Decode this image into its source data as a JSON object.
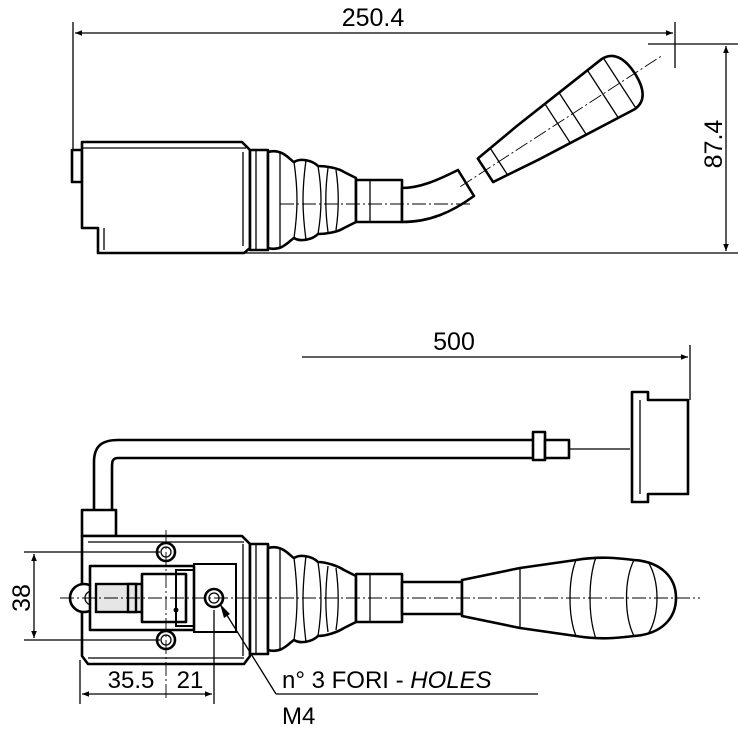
{
  "dimensions": {
    "overall_length": "250.4",
    "height": "87.4",
    "cable_length": "500",
    "body_width": "38",
    "hole_spacing_a": "35.5",
    "hole_spacing_b": "21"
  },
  "callout": {
    "holes_prefix": "n° 3 FORI - ",
    "holes_italic": "HOLES",
    "thread": "M4"
  }
}
